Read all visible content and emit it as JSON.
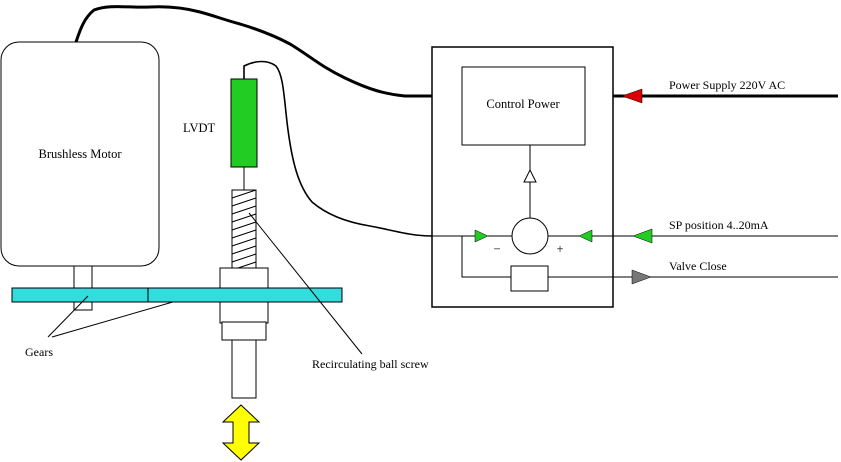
{
  "labels": {
    "motor": "Brushless Motor",
    "lvdt": "LVDT",
    "control_power": "Control Power",
    "power_supply": "Power Supply 220V AC",
    "sp_position": "SP position 4..20mA",
    "valve_close": "Valve Close",
    "gears": "Gears",
    "ball_screw": "Recirculating ball screw",
    "minus": "−",
    "plus": "+"
  },
  "colors": {
    "lvdt": "#22cc22",
    "gear": "#33dddd",
    "arrow_red": "#dd0000",
    "arrow_green": "#22cc22",
    "arrow_grey": "#777777",
    "motion_arrow": "#ffff00"
  },
  "icons": {
    "motion": "double-arrow-vertical-icon"
  }
}
